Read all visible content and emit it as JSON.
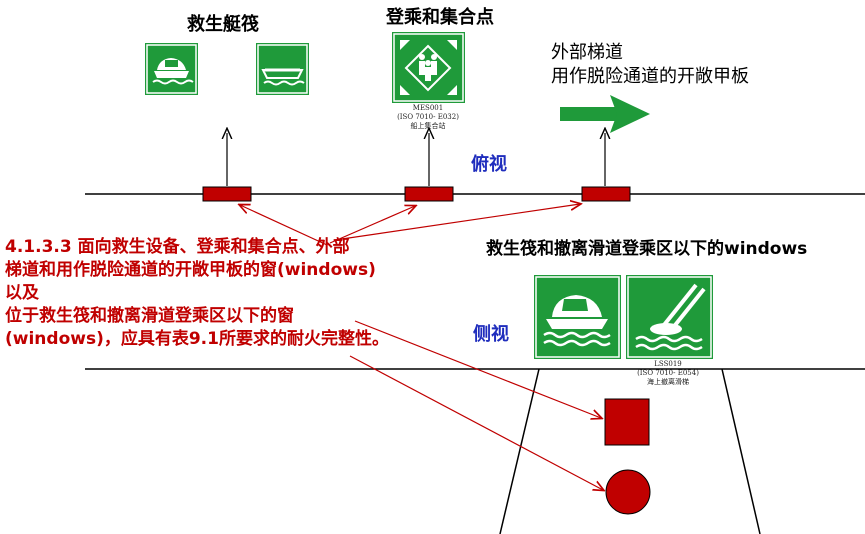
{
  "labels": {
    "lifeboat_title": "救生艇筏",
    "assembly_title": "登乘和集合点",
    "stair_title_line1": "外部梯道",
    "stair_title_line2": "用作脱险通道的开敞甲板",
    "top_view": "俯视",
    "side_view": "侧视",
    "liferaft_title": "救生筏和撤离滑道登乘区以下的windows"
  },
  "captions": {
    "assembly_code": "MES001",
    "assembly_iso": "(ISO 7010- E032)",
    "assembly_cn": "船上集合站",
    "chute_code": "LSS019",
    "chute_iso": "(ISO 7010- E054)",
    "chute_cn": "海上撤离滑梯"
  },
  "clause": {
    "line1": "4.1.3.3   面向救生设备、登乘和集合点、外部",
    "line2": "梯道和用作脱险通道的开敞甲板的窗(windows)",
    "line3": "以及",
    "line4": "位于救生筏和撤离滑道登乘区以下的窗",
    "line5": "(windows)，应具有表9.1所要求的耐火完整性。"
  },
  "icons": [
    "lifeboat-icon",
    "rescue-boat-icon",
    "assembly-point-icon",
    "direction-arrow-icon",
    "liferaft-icon",
    "evacuation-chute-icon"
  ],
  "colors": {
    "sign_green": "#1f9a3a",
    "window_red": "#c00000",
    "text_red": "#c00000",
    "text_blue": "#1f2dbd"
  }
}
